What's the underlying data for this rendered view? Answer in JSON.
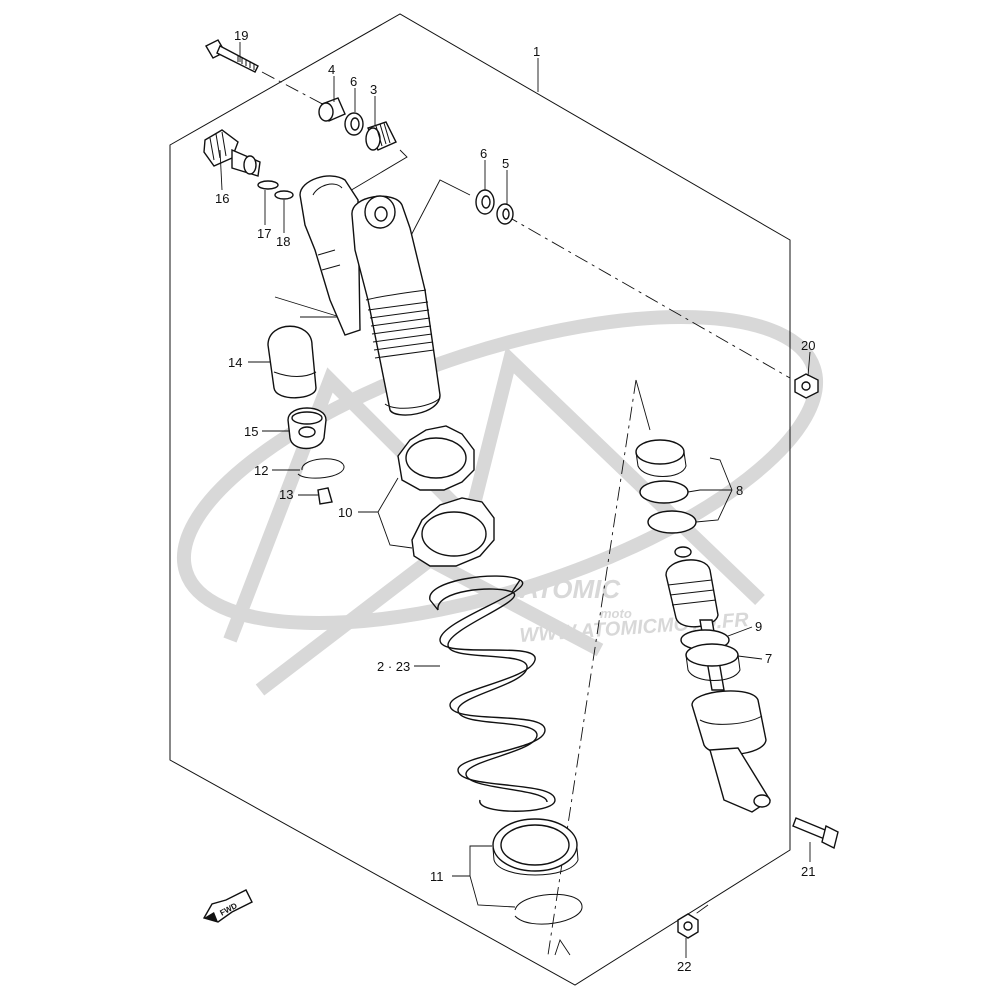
{
  "labels": {
    "p1": "1",
    "p2_23": "2 · 23",
    "p3": "3",
    "p4": "4",
    "p5": "5",
    "p6a": "6",
    "p6b": "6",
    "p7": "7",
    "p8": "8",
    "p9": "9",
    "p10": "10",
    "p11": "11",
    "p12": "12",
    "p13": "13",
    "p14": "14",
    "p15": "15",
    "p16": "16",
    "p17": "17",
    "p18": "18",
    "p19": "19",
    "p20": "20",
    "p21": "21",
    "p22": "22"
  },
  "fwd_label": "FWD",
  "watermark": {
    "brand": "ATOMIC",
    "sub": "moto",
    "url": "WWW.ATOMICMOTO.FR"
  },
  "colors": {
    "line": "#111111",
    "watermark": "#d8d8d8",
    "background": "#ffffff"
  }
}
